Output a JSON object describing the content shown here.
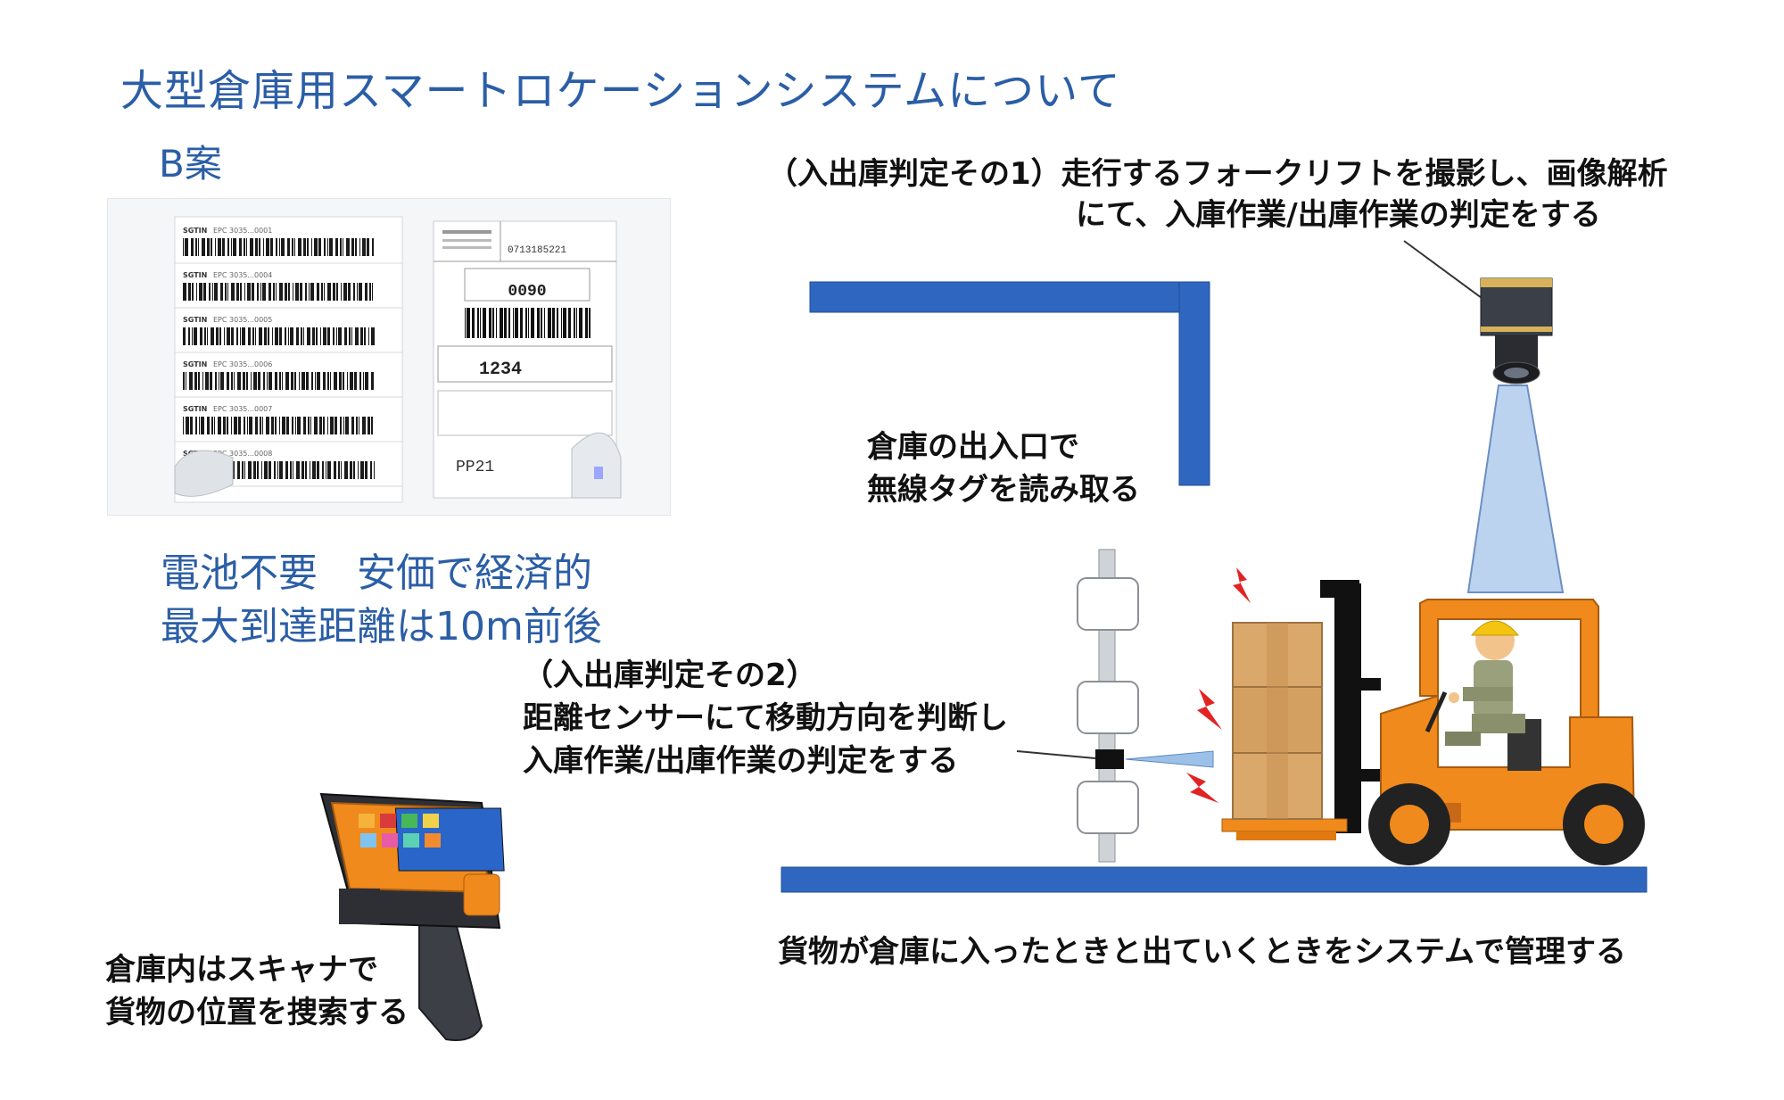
{
  "title": "大型倉庫用スマートロケーションシステムについて",
  "subtitle": "B案",
  "tags_photo": {
    "label_prefix": "SGTIN",
    "epc_prefix": "EPC",
    "tag_codes": [
      "3035...0001",
      "3035...0004",
      "3035...0005",
      "3035...0006",
      "3035...0007",
      "3035...0008"
    ],
    "label_number_top": "0713185221",
    "label_code": "0090",
    "label_number": "1234",
    "label_bottom": "PP21"
  },
  "features": {
    "line1": "電池不要　安価で経済的",
    "line2": "最大到達距離は10m前後"
  },
  "camera_note": {
    "line1": "（入出庫判定その1）走行するフォークリフトを撮影し、画像解析",
    "line2": "にて、入庫作業/出庫作業の判定をする"
  },
  "gate_note": {
    "line1": "倉庫の出入口で",
    "line2": "無線タグを読み取る"
  },
  "sensor_note": {
    "line1": "（入出庫判定その2）",
    "line2": "距離センサーにて移動方向を判断し",
    "line3": "入庫作業/出庫作業の判定をする"
  },
  "scanner_note": {
    "line1": "倉庫内はスキャナで",
    "line2": "貨物の位置を捜索する"
  },
  "bottom_note": "貨物が倉庫に入ったときと出ていくときをシステムで管理する",
  "colors": {
    "title_blue": "#2b5ea6",
    "wall_blue": "#2f67c0",
    "forklift_orange": "#f08a1c",
    "box_tan": "#d9a86a",
    "lightning_red": "#e02424"
  }
}
